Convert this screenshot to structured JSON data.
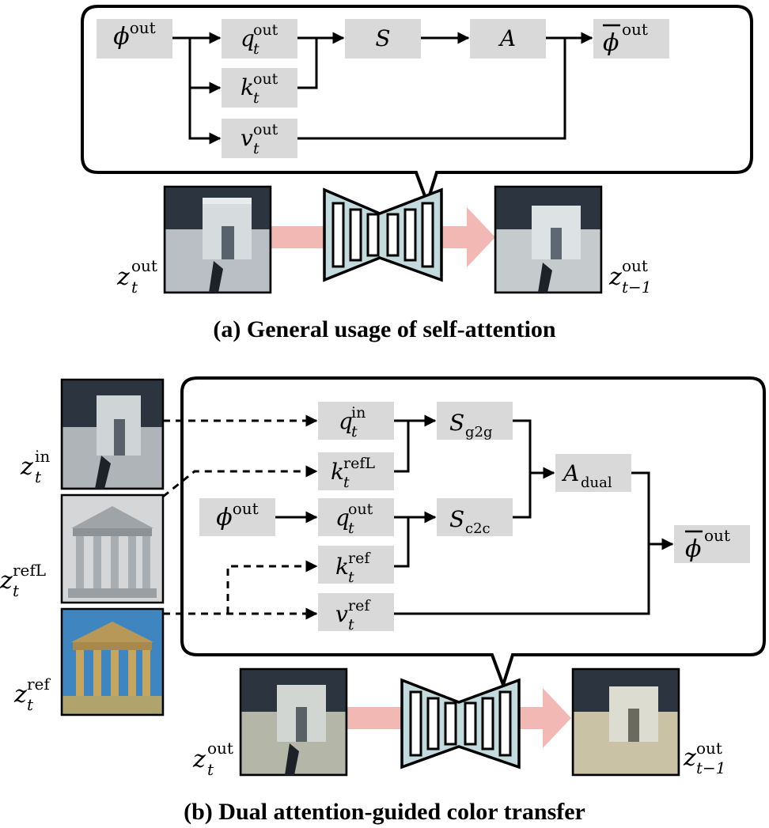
{
  "panel_a": {
    "caption": "(a) General usage of self-attention",
    "nodes": {
      "phi": {
        "base": "ϕ",
        "sup": "out"
      },
      "q": {
        "base": "q",
        "sub": "t",
        "sup": "out"
      },
      "k": {
        "base": "k",
        "sub": "t",
        "sup": "out"
      },
      "v": {
        "base": "v",
        "sub": "t",
        "sup": "out"
      },
      "s": {
        "base": "S"
      },
      "a": {
        "base": "A"
      },
      "phibar": {
        "base": "ϕ",
        "sup": "out",
        "overline": true
      }
    },
    "latents": {
      "input": {
        "base": "z",
        "sub": "t",
        "sup": "out"
      },
      "output": {
        "base": "z",
        "sub": "t−1",
        "sup": "out"
      }
    }
  },
  "panel_b": {
    "caption": "(b) Dual attention-guided color transfer",
    "nodes": {
      "q_in": {
        "base": "q",
        "sub": "t",
        "sup": "in"
      },
      "k_refl": {
        "base": "k",
        "sub": "t",
        "sup": "refL"
      },
      "phi": {
        "base": "ϕ",
        "sup": "out"
      },
      "q_out": {
        "base": "q",
        "sub": "t",
        "sup": "out"
      },
      "k_ref": {
        "base": "k",
        "sub": "t",
        "sup": "ref"
      },
      "v_ref": {
        "base": "v",
        "sub": "t",
        "sup": "ref"
      },
      "s_g2g": {
        "base": "S",
        "sub": "g2g"
      },
      "s_c2c": {
        "base": "S",
        "sub": "c2c"
      },
      "a_dual": {
        "base": "A",
        "sub": "dual"
      },
      "phibar": {
        "base": "ϕ",
        "sup": "out",
        "overline": true
      }
    },
    "latents": {
      "in": {
        "base": "z",
        "sub": "t",
        "sup": "in"
      },
      "refl": {
        "base": "z",
        "sub": "t",
        "sup": "refL"
      },
      "ref": {
        "base": "z",
        "sub": "t",
        "sup": "ref"
      },
      "input": {
        "base": "z",
        "sub": "t",
        "sup": "out"
      },
      "output": {
        "base": "z",
        "sub": "t−1",
        "sup": "out"
      }
    }
  },
  "colors": {
    "node_fill": "#d9d9d9",
    "unet_fill": "#c3dbdd",
    "flow_arrow": "#f2b8b4",
    "stroke": "#000000",
    "photo_gray_sky": "#2c3440",
    "photo_gray_stone": "#b9bfc4",
    "photo_ref_sky": "#3f86c0",
    "photo_ref_stone": "#c7a560"
  }
}
